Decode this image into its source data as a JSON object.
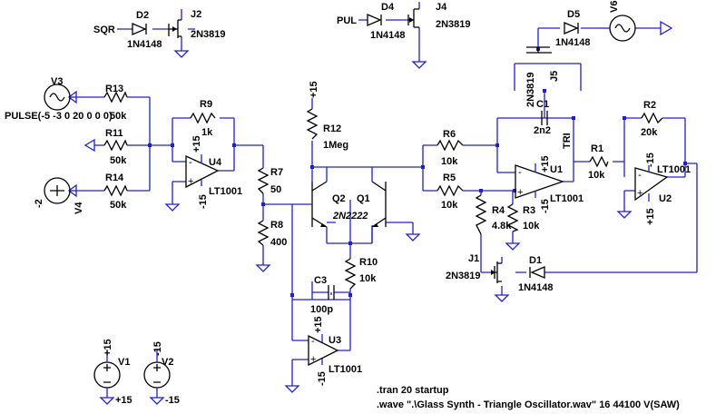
{
  "labels": {
    "sqr": "SQR",
    "d2": "D2",
    "d2_model": "1N4148",
    "j2": "J2",
    "j2_model": "2N3819",
    "pul": "PUL",
    "d4": "D4",
    "d4_model": "1N4148",
    "j4": "J4",
    "j4_model": "2N3819",
    "d5": "D5",
    "d5_model": "1N4148",
    "v6": "V6",
    "j5": "J5",
    "j5_model": "2N3819",
    "v3": "V3",
    "v3_value": "PULSE(-5 -3 0 20 0 0 0)",
    "r13": "R13",
    "r13_value": "50k",
    "r11": "R11",
    "r11_value": "50k",
    "r14": "R14",
    "r14_value": "50k",
    "v4": "V4",
    "v4_value": "-2",
    "r9": "R9",
    "r9_value": "1k",
    "u4": "U4",
    "u4_model": "LT1001",
    "u4_pos": "+15",
    "u4_neg": "-15",
    "r7": "R7",
    "r7_value": "50",
    "r8": "R8",
    "r8_value": "400",
    "vcc_top": "+15",
    "r12": "R12",
    "r12_value": "1Meg",
    "q1": "Q1",
    "q2": "Q2",
    "q_model": "2N2222",
    "r10": "R10",
    "r10_value": "10k",
    "c3": "C3",
    "c3_value": "100p",
    "u3": "U3",
    "u3_model": "LT1001",
    "u3_pos": "+15",
    "u3_neg": "-15",
    "r6": "R6",
    "r6_value": "10k",
    "r5": "R5",
    "r5_value": "10k",
    "c1": "C1",
    "c1_value": "2n2",
    "tri": "TRI",
    "u1": "U1",
    "u1_model": "LT1001",
    "u1_pos": "+15",
    "u1_neg": "-15",
    "r4": "R4",
    "r4_value": "4.8k",
    "r3": "R3",
    "r3_value": "10k",
    "r1": "R1",
    "r1_value": "10k",
    "r2": "R2",
    "r2_value": "20k",
    "u2": "U2",
    "u2_model": "LT1001",
    "u2_pos": "+15",
    "u2_neg": "-15",
    "j1": "J1",
    "j1_model": "2N3819",
    "d1": "D1",
    "d1_model": "1N4148",
    "v1": "V1",
    "v1_top": "+15",
    "v1_bottom": "+15",
    "v2": "V2",
    "v2_top": "-15",
    "v2_bottom": "-15",
    "directive_tran": ".tran 20 startup",
    "directive_wave": ".wave \".\\Glass Synth - Triangle Oscillator.wav\" 16 44100 V(SAW)"
  }
}
